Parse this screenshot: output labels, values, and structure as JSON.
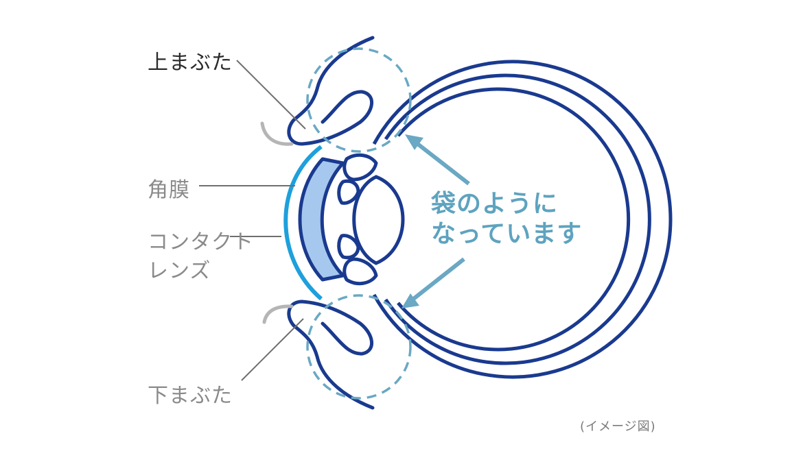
{
  "labels": {
    "upper_eyelid": "上まぶた",
    "cornea": "角膜",
    "contact_lens_line1": "コンタクト",
    "contact_lens_line2": "レンズ",
    "lower_eyelid": "下まぶた",
    "pouch_line1": "袋のように",
    "pouch_line2": "なっています",
    "image_note": "(イメージ図)"
  },
  "colors": {
    "eye_outline": "#1a3a8f",
    "contact_lens": "#1ea0dc",
    "cornea_fill": "#a7c8ee",
    "pouch_annotation": "#6aa8c4",
    "leader_line": "#6e6e6e",
    "lash": "#b5b5b5"
  }
}
